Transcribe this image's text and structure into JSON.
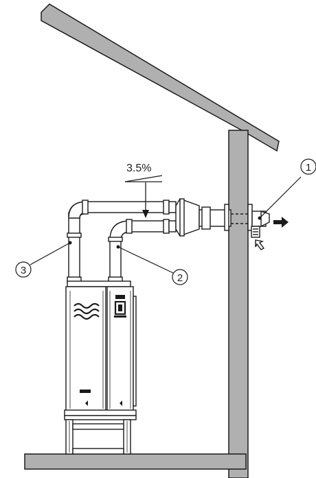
{
  "diagram": {
    "slope_label": "3.5%",
    "callouts": [
      {
        "number": "1"
      },
      {
        "number": "2"
      },
      {
        "number": "3"
      }
    ]
  },
  "colors": {
    "structure_fill": "#b0b0b0",
    "line": "#1a1a1a",
    "paper": "#ffffff"
  }
}
